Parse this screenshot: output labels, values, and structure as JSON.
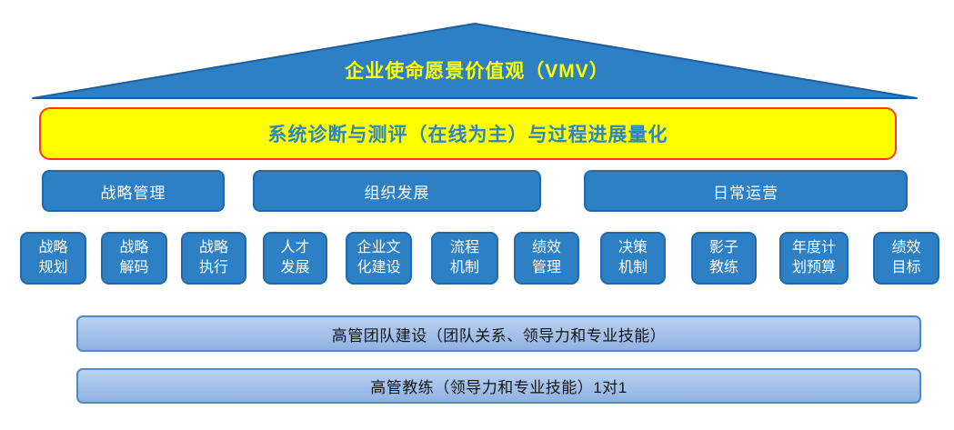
{
  "roof": {
    "title": "企业使命愿景价值观（VMV）"
  },
  "banner": {
    "label": "系统诊断与测评（在线为主）与过程进展量化"
  },
  "pillars": [
    {
      "label": "战略管理"
    },
    {
      "label": "组织发展"
    },
    {
      "label": "日常运营"
    }
  ],
  "modules": [
    {
      "label": "战略\n规划"
    },
    {
      "label": "战略\n解码"
    },
    {
      "label": "战略\n执行"
    },
    {
      "label": "人才\n发展"
    },
    {
      "label": "企业文\n化建设"
    },
    {
      "label": "流程\n机制"
    },
    {
      "label": "绩效\n管理"
    },
    {
      "label": "决策\n机制"
    },
    {
      "label": "影子\n教练"
    },
    {
      "label": "年度计\n划预算"
    },
    {
      "label": "绩效\n目标"
    }
  ],
  "foundation": [
    {
      "label": "高管团队建设（团队关系、领导力和专业技能）"
    },
    {
      "label": "高管教练（领导力和专业技能）1对1"
    }
  ],
  "colors": {
    "box_blue": "#2e80c4",
    "box_border_blue": "#2368a8",
    "roof_blue": "#2e80c4",
    "roof_text_yellow": "#ffff00",
    "banner_yellow": "#ffff00",
    "banner_border_red": "#ff3b00",
    "banner_text_blue": "#2e86c1",
    "foundation_fill_light": "#bdd2f0",
    "foundation_fill_dark": "#8fb2e2",
    "foundation_border": "#5488c4"
  }
}
